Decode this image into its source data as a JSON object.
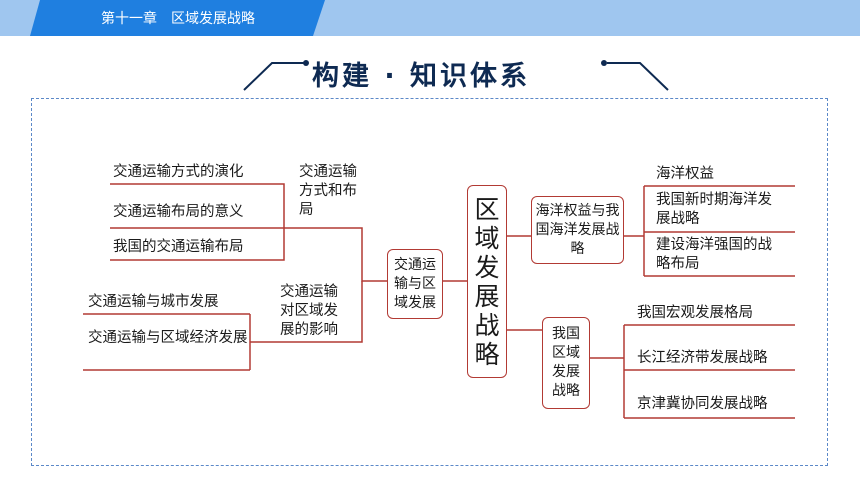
{
  "header": {
    "chapter": "第十一章　区域发展战略",
    "title": "构建 · 知识体系"
  },
  "diagram": {
    "center": "区域发展战略",
    "left": {
      "hub": "交通运输与区域发展",
      "branches": [
        {
          "label": "交通运输方式和布局",
          "items": [
            "交通运输方式的演化",
            "交通运输布局的意义",
            "我国的交通运输布局"
          ]
        },
        {
          "label": "交通运输对区域发展的影响",
          "items": [
            "交通运输与城市发展",
            "交通运输与区域经济发展"
          ]
        }
      ]
    },
    "right": [
      {
        "label": "海洋权益与我国海洋发展战略",
        "items": [
          "海洋权益",
          "我国新时期海洋发展战略",
          "建设海洋强国的战略布局"
        ]
      },
      {
        "label": "我国区域发展战略",
        "items": [
          "我国宏观发展格局",
          "长江经济带发展战略",
          "京津冀协同发展战略"
        ]
      }
    ]
  },
  "colors": {
    "top_bar": "#9fc6ef",
    "top_tab": "#1f7fe0",
    "line": "#b23a34",
    "frame": "#5b88c8",
    "title": "#0e2a52"
  }
}
